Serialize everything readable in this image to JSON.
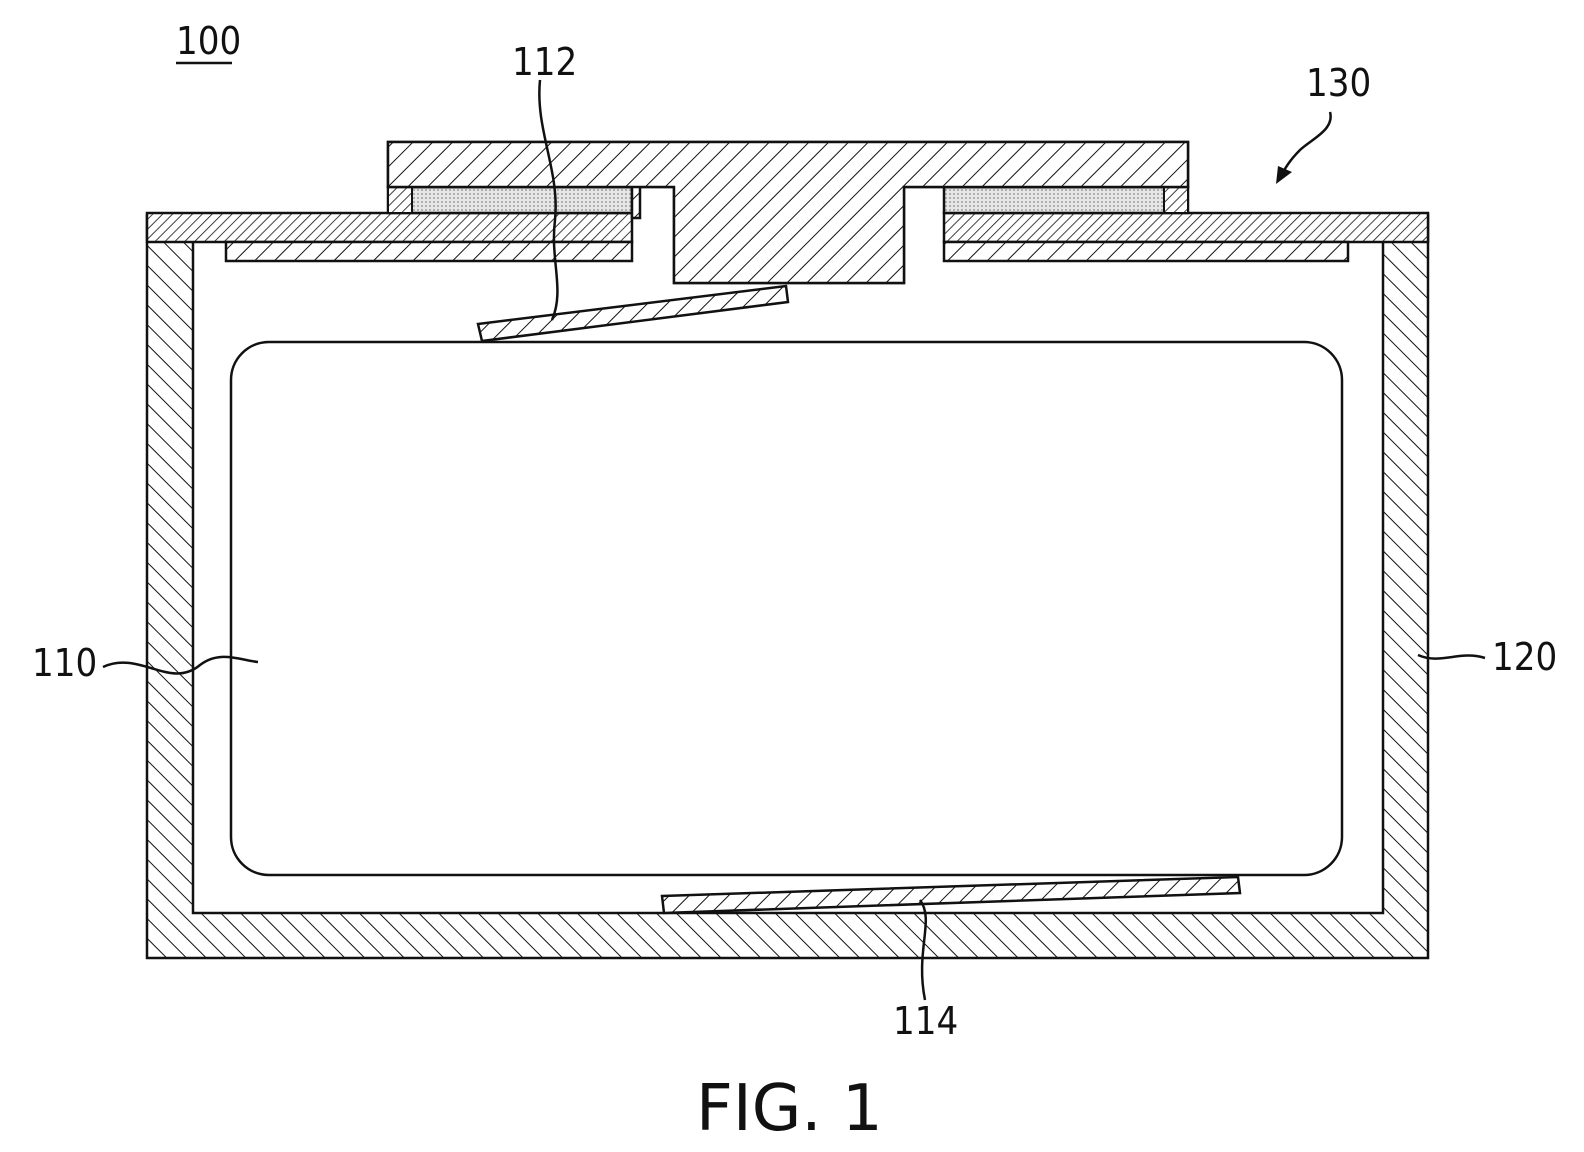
{
  "figure": {
    "caption": "FIG. 1",
    "labels": {
      "device": "100",
      "electrode_assembly": "110",
      "upper_tab": "112",
      "lower_tab": "114",
      "case": "120",
      "cap_assembly": "130"
    }
  }
}
